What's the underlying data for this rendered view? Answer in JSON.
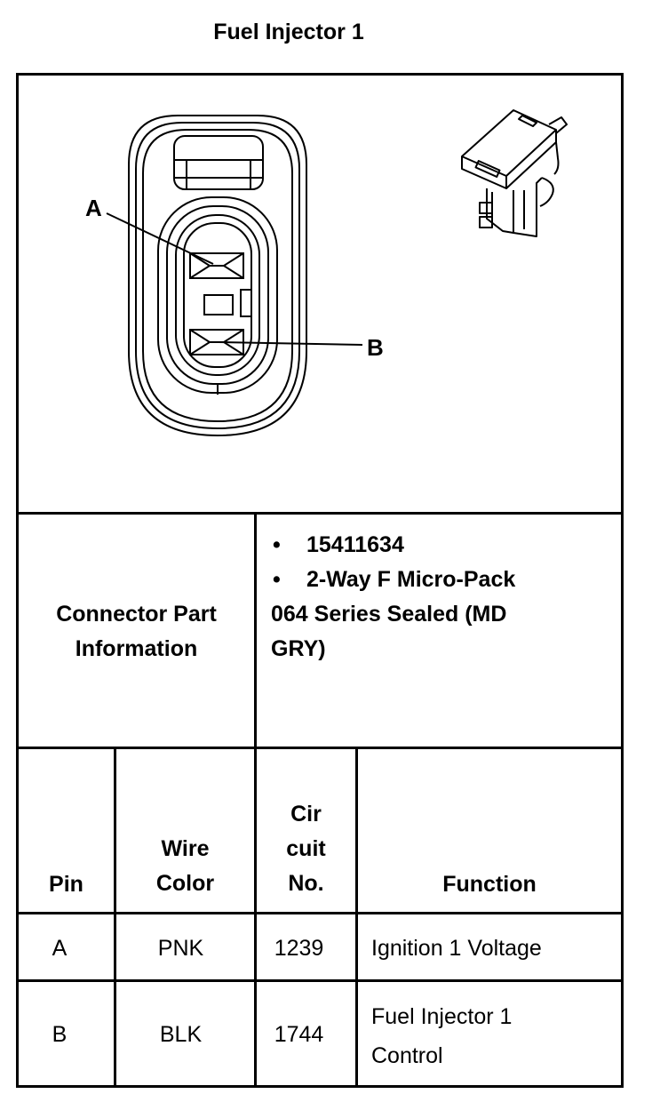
{
  "title": "Fuel Injector 1",
  "diagram": {
    "label_a": "A",
    "label_b": "B"
  },
  "connector_info": {
    "label_line1": "Connector Part",
    "label_line2": "Information",
    "bullet": "•",
    "part_number": "15411634",
    "desc_line1": "2-Way F Micro-Pack",
    "desc_line2": "064 Series Sealed (MD",
    "desc_line3": "GRY)"
  },
  "table": {
    "headers": {
      "pin": "Pin",
      "wire_color_1": "Wire",
      "wire_color_2": "Color",
      "circuit_1": "Cir",
      "circuit_2": "cuit",
      "circuit_3": "No.",
      "function": "Function"
    },
    "rows": [
      {
        "pin": "A",
        "wire_color": "PNK",
        "circuit": "1239",
        "function_1": "Ignition 1 Voltage",
        "function_2": ""
      },
      {
        "pin": "B",
        "wire_color": "BLK",
        "circuit": "1744",
        "function_1": "Fuel Injector 1",
        "function_2": "Control"
      }
    ]
  }
}
